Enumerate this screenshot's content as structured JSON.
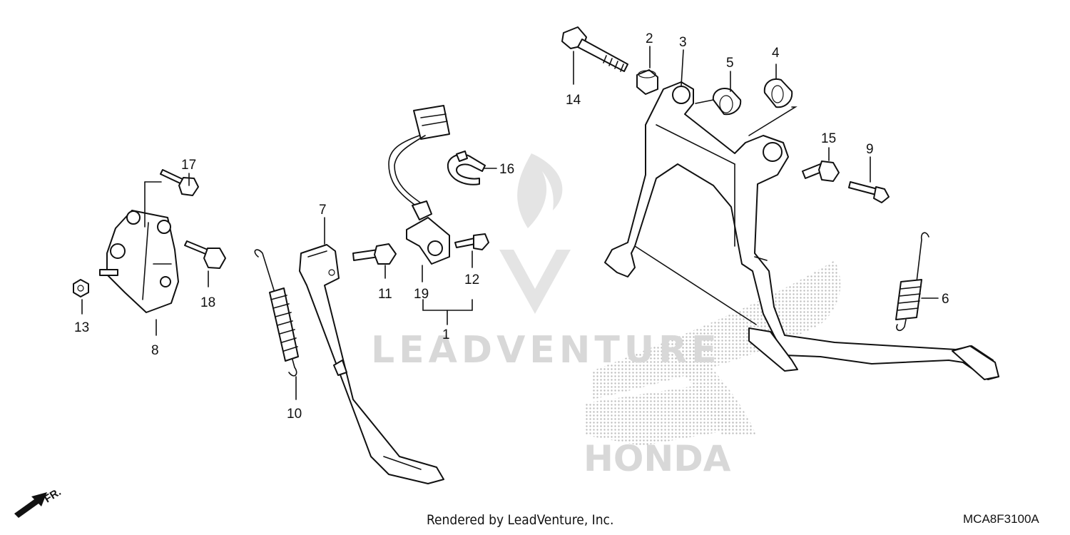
{
  "diagram": {
    "callouts": [
      {
        "id": "c1",
        "label": "1"
      },
      {
        "id": "c2",
        "label": "2"
      },
      {
        "id": "c3",
        "label": "3"
      },
      {
        "id": "c4",
        "label": "4"
      },
      {
        "id": "c5",
        "label": "5"
      },
      {
        "id": "c6",
        "label": "6"
      },
      {
        "id": "c7",
        "label": "7"
      },
      {
        "id": "c8",
        "label": "8"
      },
      {
        "id": "c9",
        "label": "9"
      },
      {
        "id": "c10",
        "label": "10"
      },
      {
        "id": "c11",
        "label": "11"
      },
      {
        "id": "c12",
        "label": "12"
      },
      {
        "id": "c13",
        "label": "13"
      },
      {
        "id": "c14",
        "label": "14"
      },
      {
        "id": "c15",
        "label": "15"
      },
      {
        "id": "c16",
        "label": "16"
      },
      {
        "id": "c17",
        "label": "17"
      },
      {
        "id": "c18",
        "label": "18"
      },
      {
        "id": "c19",
        "label": "19"
      }
    ],
    "direction_label": "FR.",
    "watermark_text": "LEADVENTURE",
    "brand_text": "HONDA"
  },
  "footer": {
    "credit": "Rendered by LeadVenture, Inc.",
    "drawing_code": "MCA8F3100A"
  },
  "colors": {
    "ink": "#111111",
    "watermark": "#d8d8d8",
    "background": "#ffffff"
  }
}
